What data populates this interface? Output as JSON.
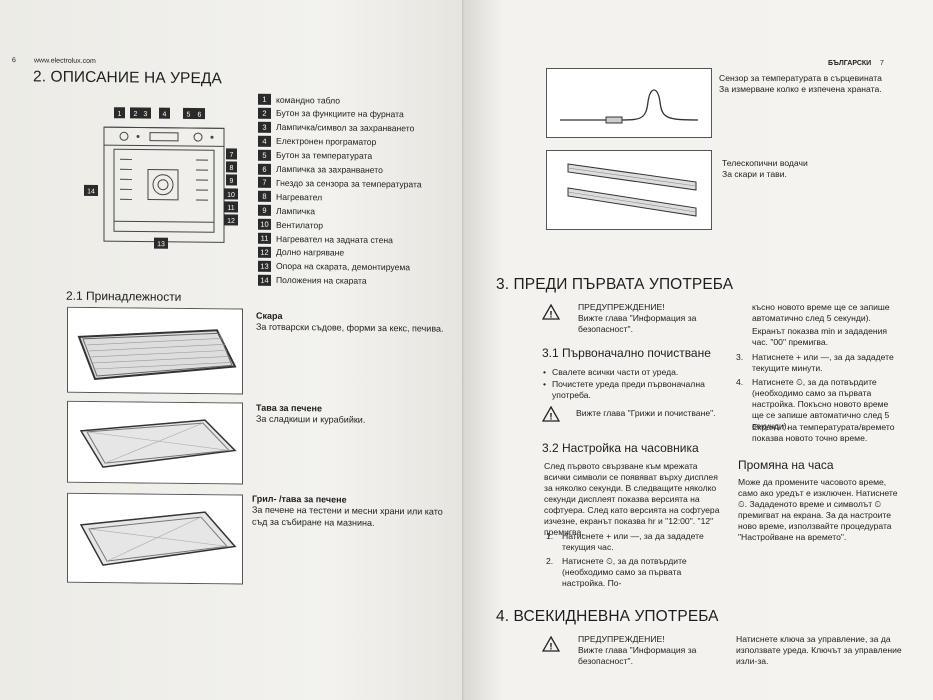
{
  "left": {
    "page_number": "6",
    "website": "www.electrolux.com",
    "section_title": "2. ОПИСАНИЕ НА УРЕДА",
    "legend": [
      {
        "num": "1",
        "label": "командно табло"
      },
      {
        "num": "2",
        "label": "Бутон за функциите на фурната"
      },
      {
        "num": "3",
        "label": "Лампичка/символ за захранването"
      },
      {
        "num": "4",
        "label": "Електронен програматор"
      },
      {
        "num": "5",
        "label": "Бутон за температурата"
      },
      {
        "num": "6",
        "label": "Лампичка за захранването"
      },
      {
        "num": "7",
        "label": "Гнездо за сензора за температурата"
      },
      {
        "num": "8",
        "label": "Нагревател"
      },
      {
        "num": "9",
        "label": "Лампичка"
      },
      {
        "num": "10",
        "label": "Вентилатор"
      },
      {
        "num": "11",
        "label": "Нагревател на задната стена"
      },
      {
        "num": "12",
        "label": "Долно нагряване"
      },
      {
        "num": "13",
        "label": "Опора на скарата, демонтируема"
      },
      {
        "num": "14",
        "label": "Положения на скарата"
      }
    ],
    "accessories_title": "2.1 Принадлежности",
    "accessories": [
      {
        "name": "Скара",
        "desc": "За готварски съдове, форми за кекс, печива."
      },
      {
        "name": "Тава за печене",
        "desc": "За сладкиши и курабийки."
      },
      {
        "name": "Грил- /тава за печене",
        "desc": "За печене на тестени и месни храни или като съд за събиране на мазнина."
      }
    ]
  },
  "right": {
    "language": "БЪЛГАРСКИ",
    "page_number": "7",
    "sensor_title": "Сензор за температурата в сърцевината",
    "sensor_desc": "За измерване колко е изпечена храната.",
    "rails_title": "Телескопични водачи",
    "rails_desc": "За скари и тави.",
    "section3_title": "3. ПРЕДИ ПЪРВАТА УПОТРЕБА",
    "warning_label": "ПРЕДУПРЕЖДЕНИЕ!",
    "warning_text": "Вижте глава \"Информация за безопасност\".",
    "s31_title": "3.1 Първоначално почистване",
    "s31_bullets": [
      "Свалете всички части от уреда.",
      "Почистете уреда преди първоначална употреба."
    ],
    "s31_note": "Вижте глава \"Грижи и почистване\".",
    "s32_title": "3.2 Настройка на часовника",
    "s32_para": "След първото свързване към мрежата всички символи се появяват върху дисплея за няколко секунди. В следващите няколко секунди дисплеят показва версията на софтуера. След като версията на софтуера изчезне, екранът показва hr и \"12:00\". \"12\" премигва.",
    "s32_step1_num": "1.",
    "s32_step1": "Натиснете + или —, за да зададете текущия час.",
    "s32_step2_num": "2.",
    "s32_step2": "Натиснете ⏲, за да потвърдите (необходимо само за първата настройка. По-",
    "col2_cont": "късно новото време ще се запише автоматично след 5 секунди).",
    "col2_min": "Екранът показва min и зададения час. \"00\" премигва.",
    "step3_num": "3.",
    "step3": "Натиснете + или —, за да зададете текущите минути.",
    "step4_num": "4.",
    "step4": "Натиснете ⏲, за да потвърдите (необходимо само за първата настройка. Покъсно новото време ще се запише автоматично след 5 секунди).",
    "step4_note": "Екранът на температурата/времето показва новото точно време.",
    "change_title": "Промяна на часа",
    "change_para": "Може да промените часовото време, само ако уредът е изключен. Натиснете ⏲. Зададеното време и символът ⏲ премигват на екрана. За да настроите ново време, използвайте процедурата \"Настройване на времето\".",
    "section4_title": "4. ВСЕКИДНЕВНА УПОТРЕБА",
    "warning2_label": "ПРЕДУПРЕЖДЕНИЕ!",
    "warning2_text": "Вижте глава \"Информация за безопасност\".",
    "s4_text": "Натиснете ключа за управление, за да използвате уреда. Ключът за управление изли-за."
  }
}
